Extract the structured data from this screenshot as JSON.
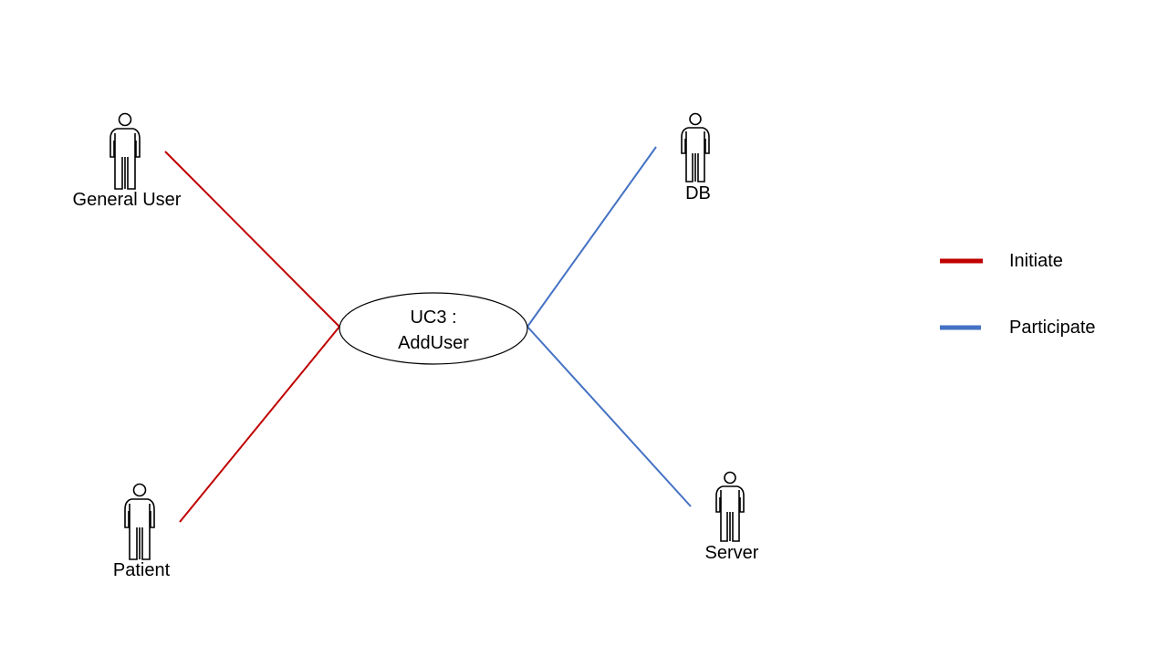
{
  "use_case": {
    "id_label": "UC3 :",
    "name": "AddUser"
  },
  "actors": [
    {
      "key": "general-user",
      "label": "General User"
    },
    {
      "key": "patient",
      "label": "Patient"
    },
    {
      "key": "db",
      "label": "DB"
    },
    {
      "key": "server",
      "label": "Server"
    }
  ],
  "legend": {
    "initiate": {
      "label": "Initiate",
      "color": "#c00000"
    },
    "participate": {
      "label": "Participate",
      "color": "#4472c4"
    }
  }
}
